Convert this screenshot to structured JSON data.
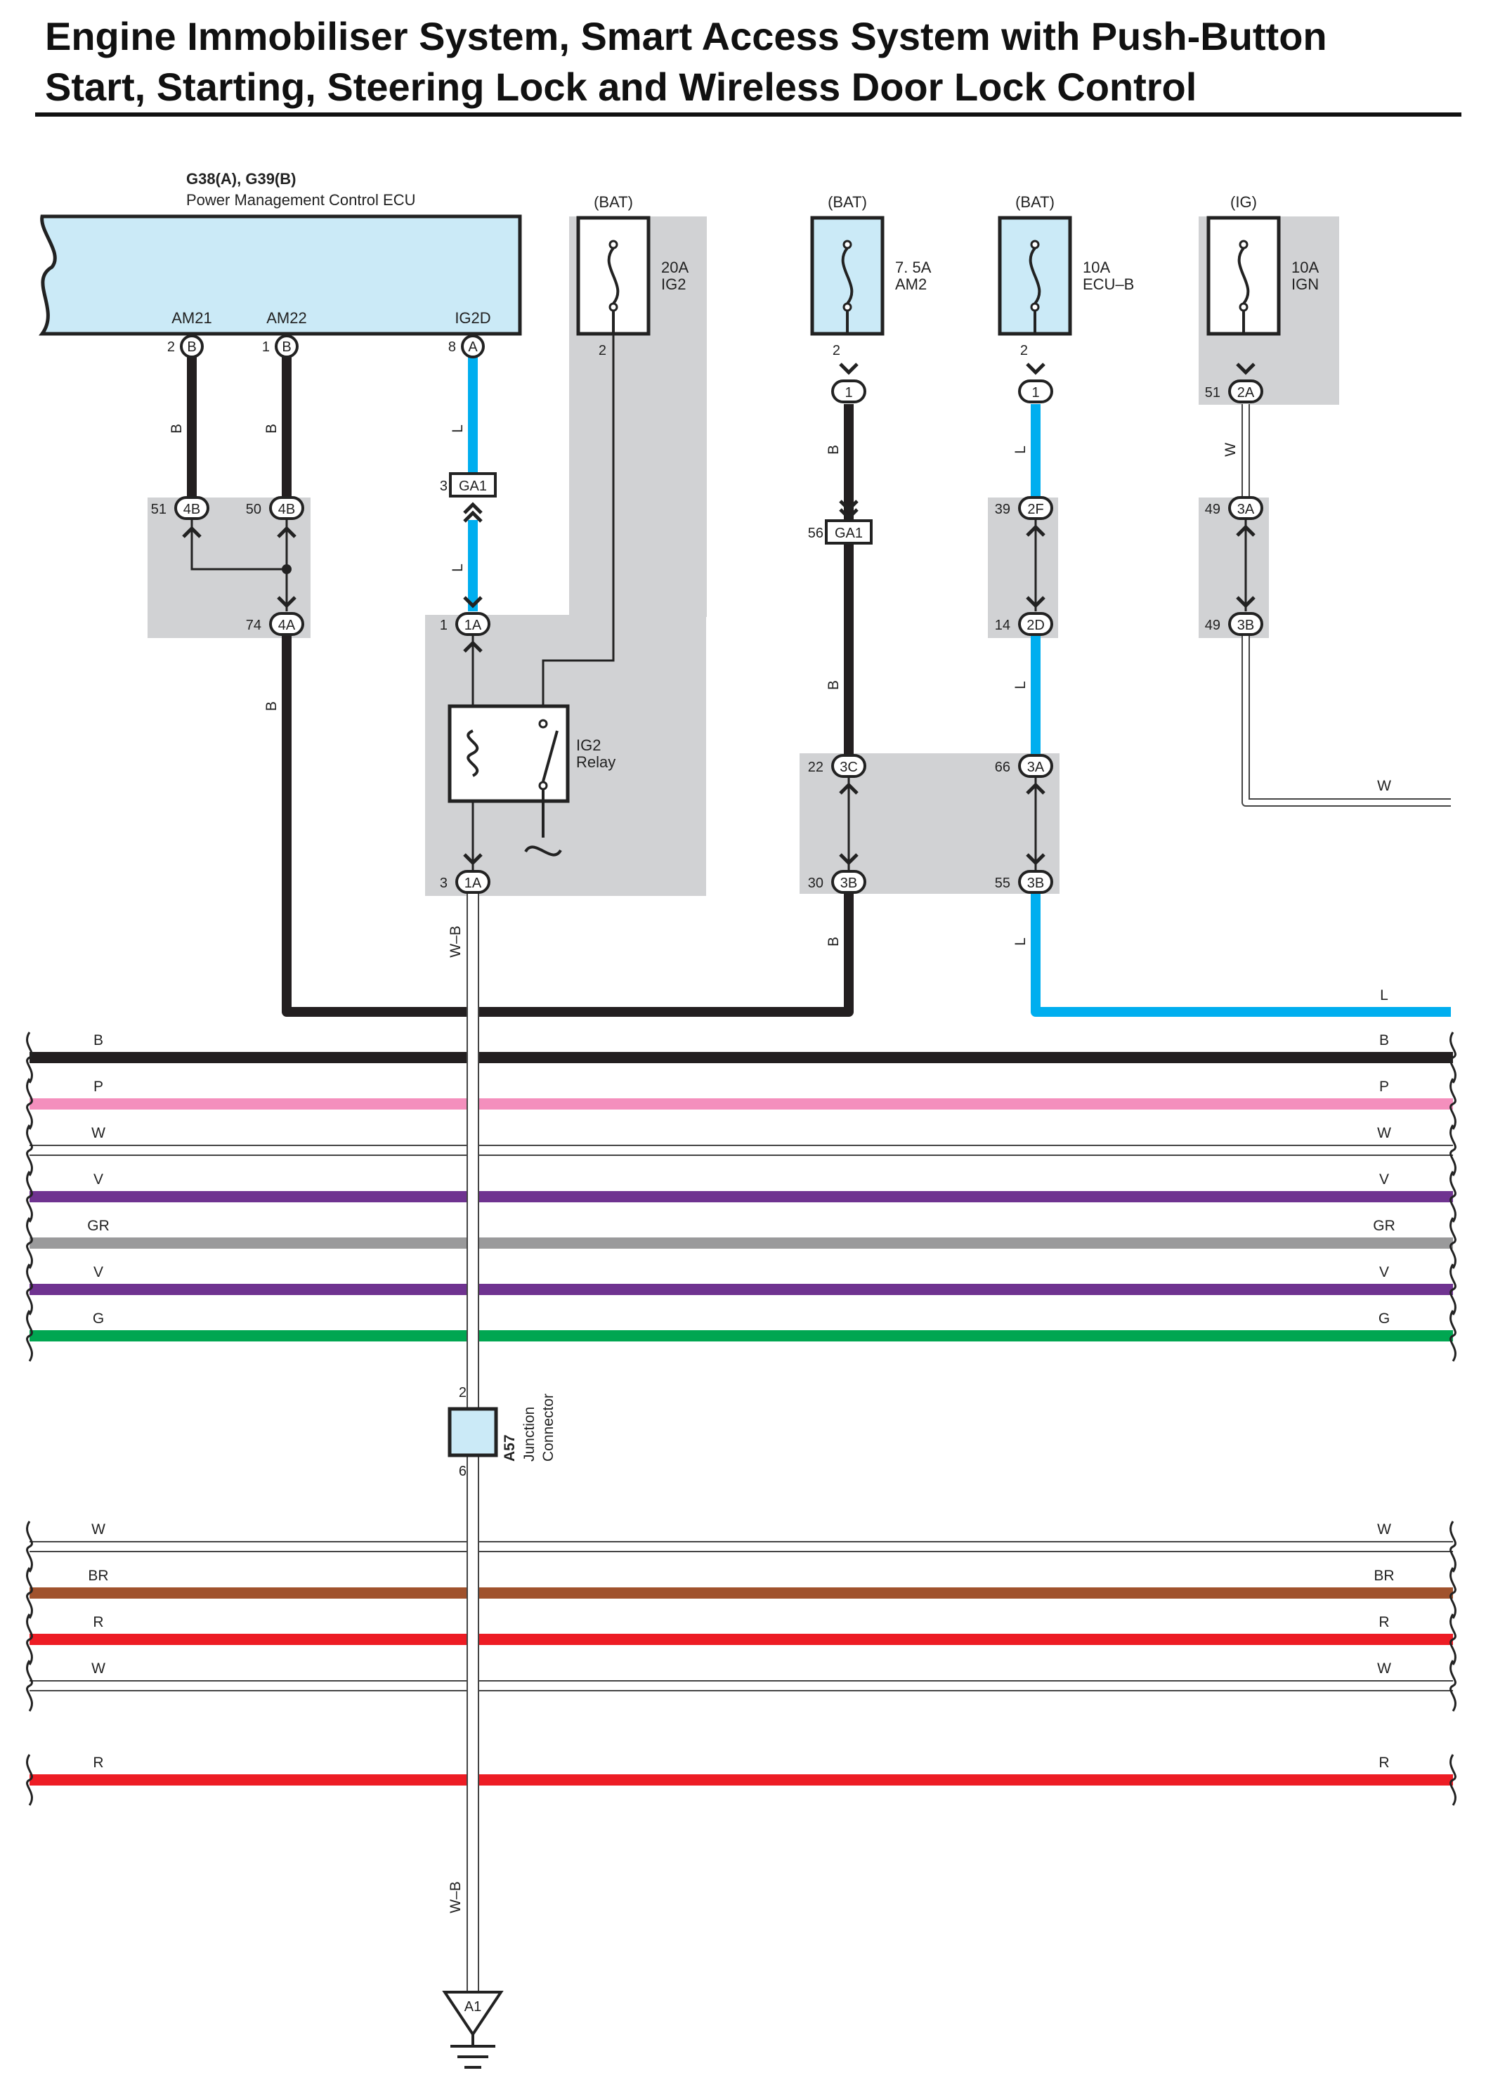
{
  "title": {
    "line1": "Engine Immobiliser System, Smart Access System with Push-Button",
    "line2": "Start, Starting, Steering Lock and Wireless Door Lock Control"
  },
  "colors": {
    "B": "#231f20",
    "L": "#00aeef",
    "W": "#ffffff",
    "P": "#f48fbd",
    "V": "#6f3390",
    "GR": "#9a9a9b",
    "G": "#00a651",
    "BR": "#a0522d",
    "R": "#ed1c24",
    "shade": "#d1d2d4",
    "ecu_fill": "#cbeaf7",
    "fuse_fill": "#cbeaf7"
  },
  "ecu": {
    "code": "G38(A), G39(B)",
    "name": "Power Management Control ECU"
  },
  "ecu_pins": [
    {
      "name": "AM21",
      "num": "2",
      "conn": "B"
    },
    {
      "name": "AM22",
      "num": "1",
      "conn": "B"
    },
    {
      "name": "IG2D",
      "num": "8",
      "conn": "A"
    }
  ],
  "fuses": [
    {
      "source": "(BAT)",
      "amp": "20A",
      "name": "IG2",
      "pin": "2"
    },
    {
      "source": "(BAT)",
      "amp": "7. 5A",
      "name": "AM2",
      "pin": "2"
    },
    {
      "source": "(BAT)",
      "amp": "10A",
      "name": "ECU–B",
      "pin": "2"
    },
    {
      "source": "(IG)",
      "amp": "10A",
      "name": "IGN",
      "pin": ""
    }
  ],
  "connectors": [
    {
      "num": "51",
      "code": "4B"
    },
    {
      "num": "50",
      "code": "4B"
    },
    {
      "num": "74",
      "code": "4A"
    },
    {
      "num": "3",
      "code": "GA1"
    },
    {
      "num": "1",
      "code": "1A"
    },
    {
      "num": "3",
      "code": "1A"
    },
    {
      "num": "",
      "code": "1"
    },
    {
      "num": "56",
      "code": "GA1"
    },
    {
      "num": "22",
      "code": "3C"
    },
    {
      "num": "30",
      "code": "3B"
    },
    {
      "num": "",
      "code": "1"
    },
    {
      "num": "39",
      "code": "2F"
    },
    {
      "num": "14",
      "code": "2D"
    },
    {
      "num": "66",
      "code": "3A"
    },
    {
      "num": "55",
      "code": "3B"
    },
    {
      "num": "51",
      "code": "2A"
    },
    {
      "num": "49",
      "code": "3A"
    },
    {
      "num": "49",
      "code": "3B"
    }
  ],
  "relay": {
    "name": "IG2",
    "sub": "Relay"
  },
  "wire_labels": {
    "am21": "B",
    "am22": "B",
    "b74": "B",
    "ig2d": "L",
    "ga1_l": "L",
    "wb_upper": "W–B",
    "am2_b": "B",
    "ga1_b": "B",
    "b30": "B",
    "ecub_l": "L",
    "l14": "L",
    "l55": "L",
    "ign_w": "W",
    "w_exit": "W",
    "l_exit": "L",
    "wb_lower": "W–B"
  },
  "harness_top": [
    "B",
    "P",
    "W",
    "V",
    "GR",
    "V",
    "G"
  ],
  "harness_bottom": [
    "W",
    "BR",
    "R",
    "W",
    "R"
  ],
  "junction": {
    "code": "A57",
    "line1": "Junction",
    "line2": "Connector",
    "pin_top": "2",
    "pin_bottom": "6"
  },
  "ground": {
    "code": "A1"
  }
}
